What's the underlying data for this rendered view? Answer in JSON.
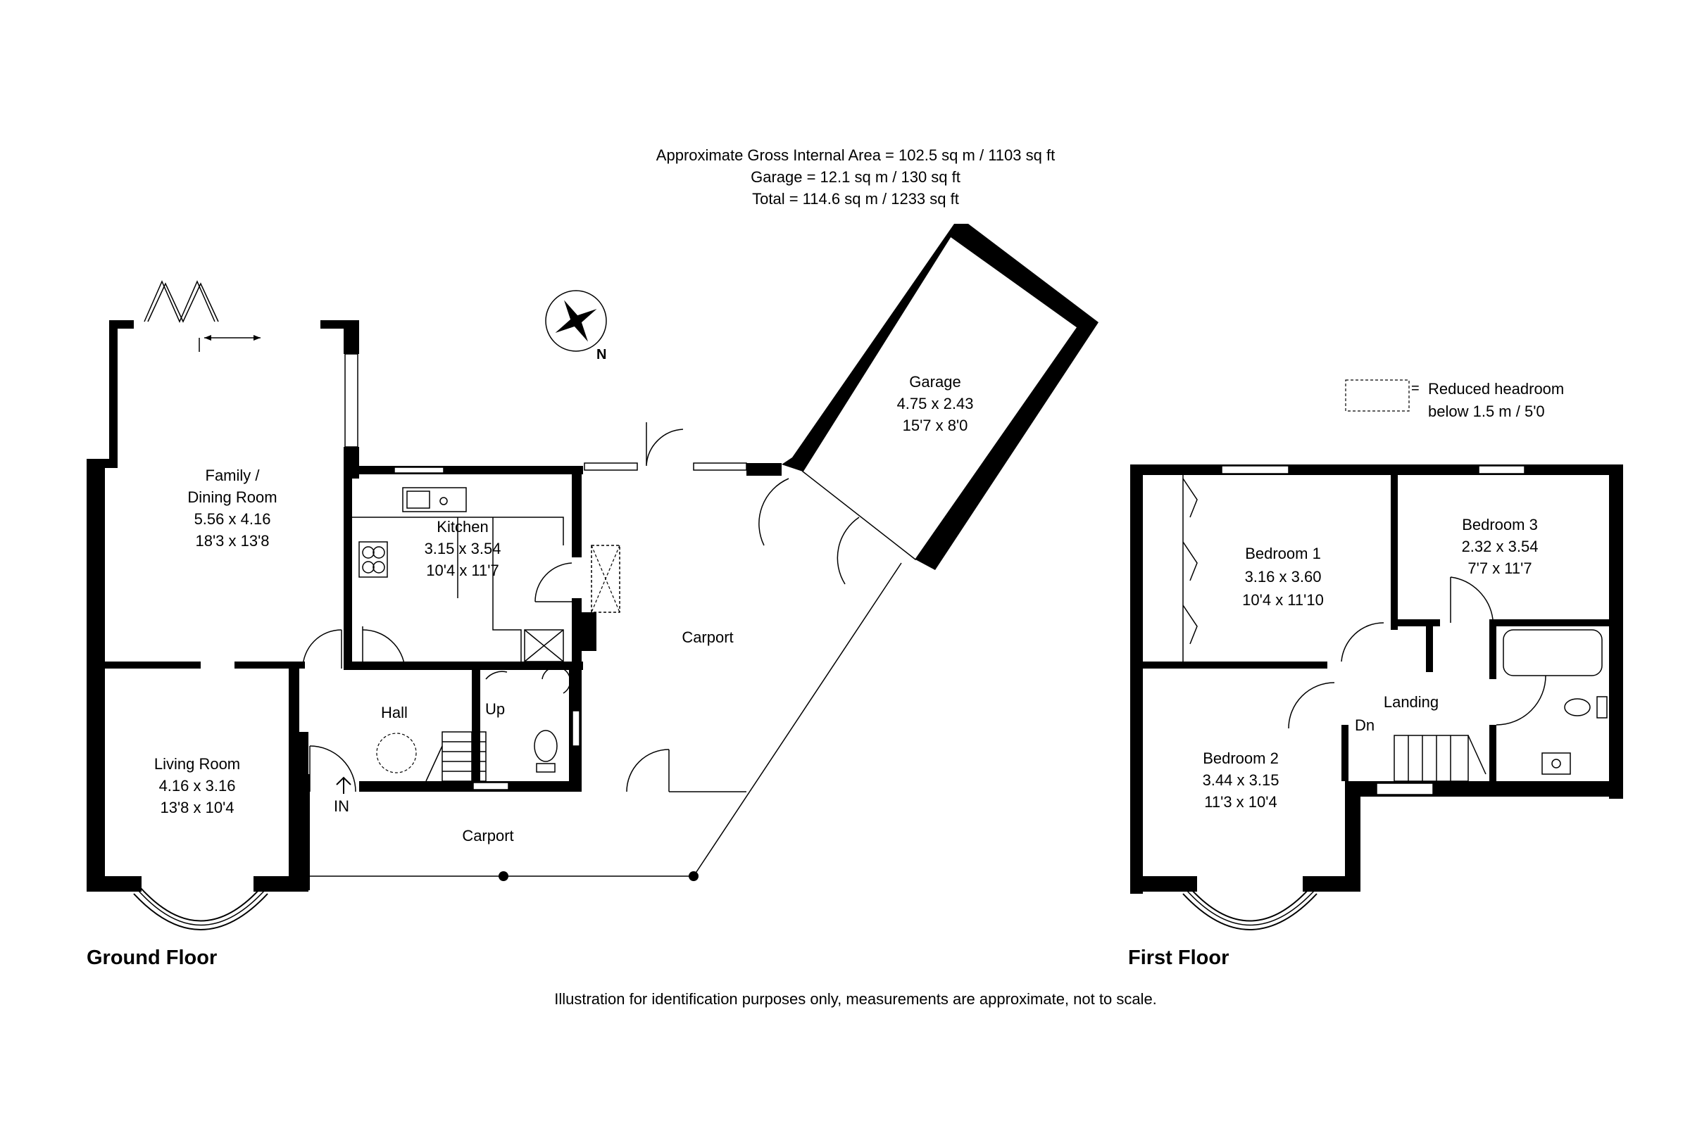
{
  "header": {
    "gross_area": "Approximate Gross Internal Area = 102.5 sq m / 1103 sq ft",
    "garage_area": "Garage = 12.1 sq m / 130 sq ft",
    "total_area": "Total = 114.6 sq m / 1233 sq ft"
  },
  "compass": {
    "north_label": "N"
  },
  "legend": {
    "symbol": "=",
    "line1": "Reduced headroom",
    "line2": "below 1.5 m / 5'0"
  },
  "ground_floor": {
    "title": "Ground Floor",
    "family": {
      "name1": "Family /",
      "name2": "Dining Room",
      "metric": "5.56 x 4.16",
      "imperial": "18'3 x 13'8"
    },
    "living": {
      "name": "Living Room",
      "metric": "4.16 x 3.16",
      "imperial": "13'8 x 10'4"
    },
    "kitchen": {
      "name": "Kitchen",
      "metric": "3.15 x 3.54",
      "imperial": "10'4 x 11'7"
    },
    "garage": {
      "name": "Garage",
      "metric": "4.75 x 2.43",
      "imperial": "15'7 x 8'0"
    },
    "hall": "Hall",
    "up": "Up",
    "in": "IN",
    "carport_upper": "Carport",
    "carport_lower": "Carport"
  },
  "first_floor": {
    "title": "First Floor",
    "bed1": {
      "name": "Bedroom 1",
      "metric": "3.16 x 3.60",
      "imperial": "10'4 x 11'10"
    },
    "bed2": {
      "name": "Bedroom 2",
      "metric": "3.44 x 3.15",
      "imperial": "11'3 x 10'4"
    },
    "bed3": {
      "name": "Bedroom 3",
      "metric": "2.32 x 3.54",
      "imperial": "7'7 x 11'7"
    },
    "landing": "Landing",
    "dn": "Dn"
  },
  "disclaimer": "Illustration for identification purposes only, measurements are approximate, not to scale."
}
